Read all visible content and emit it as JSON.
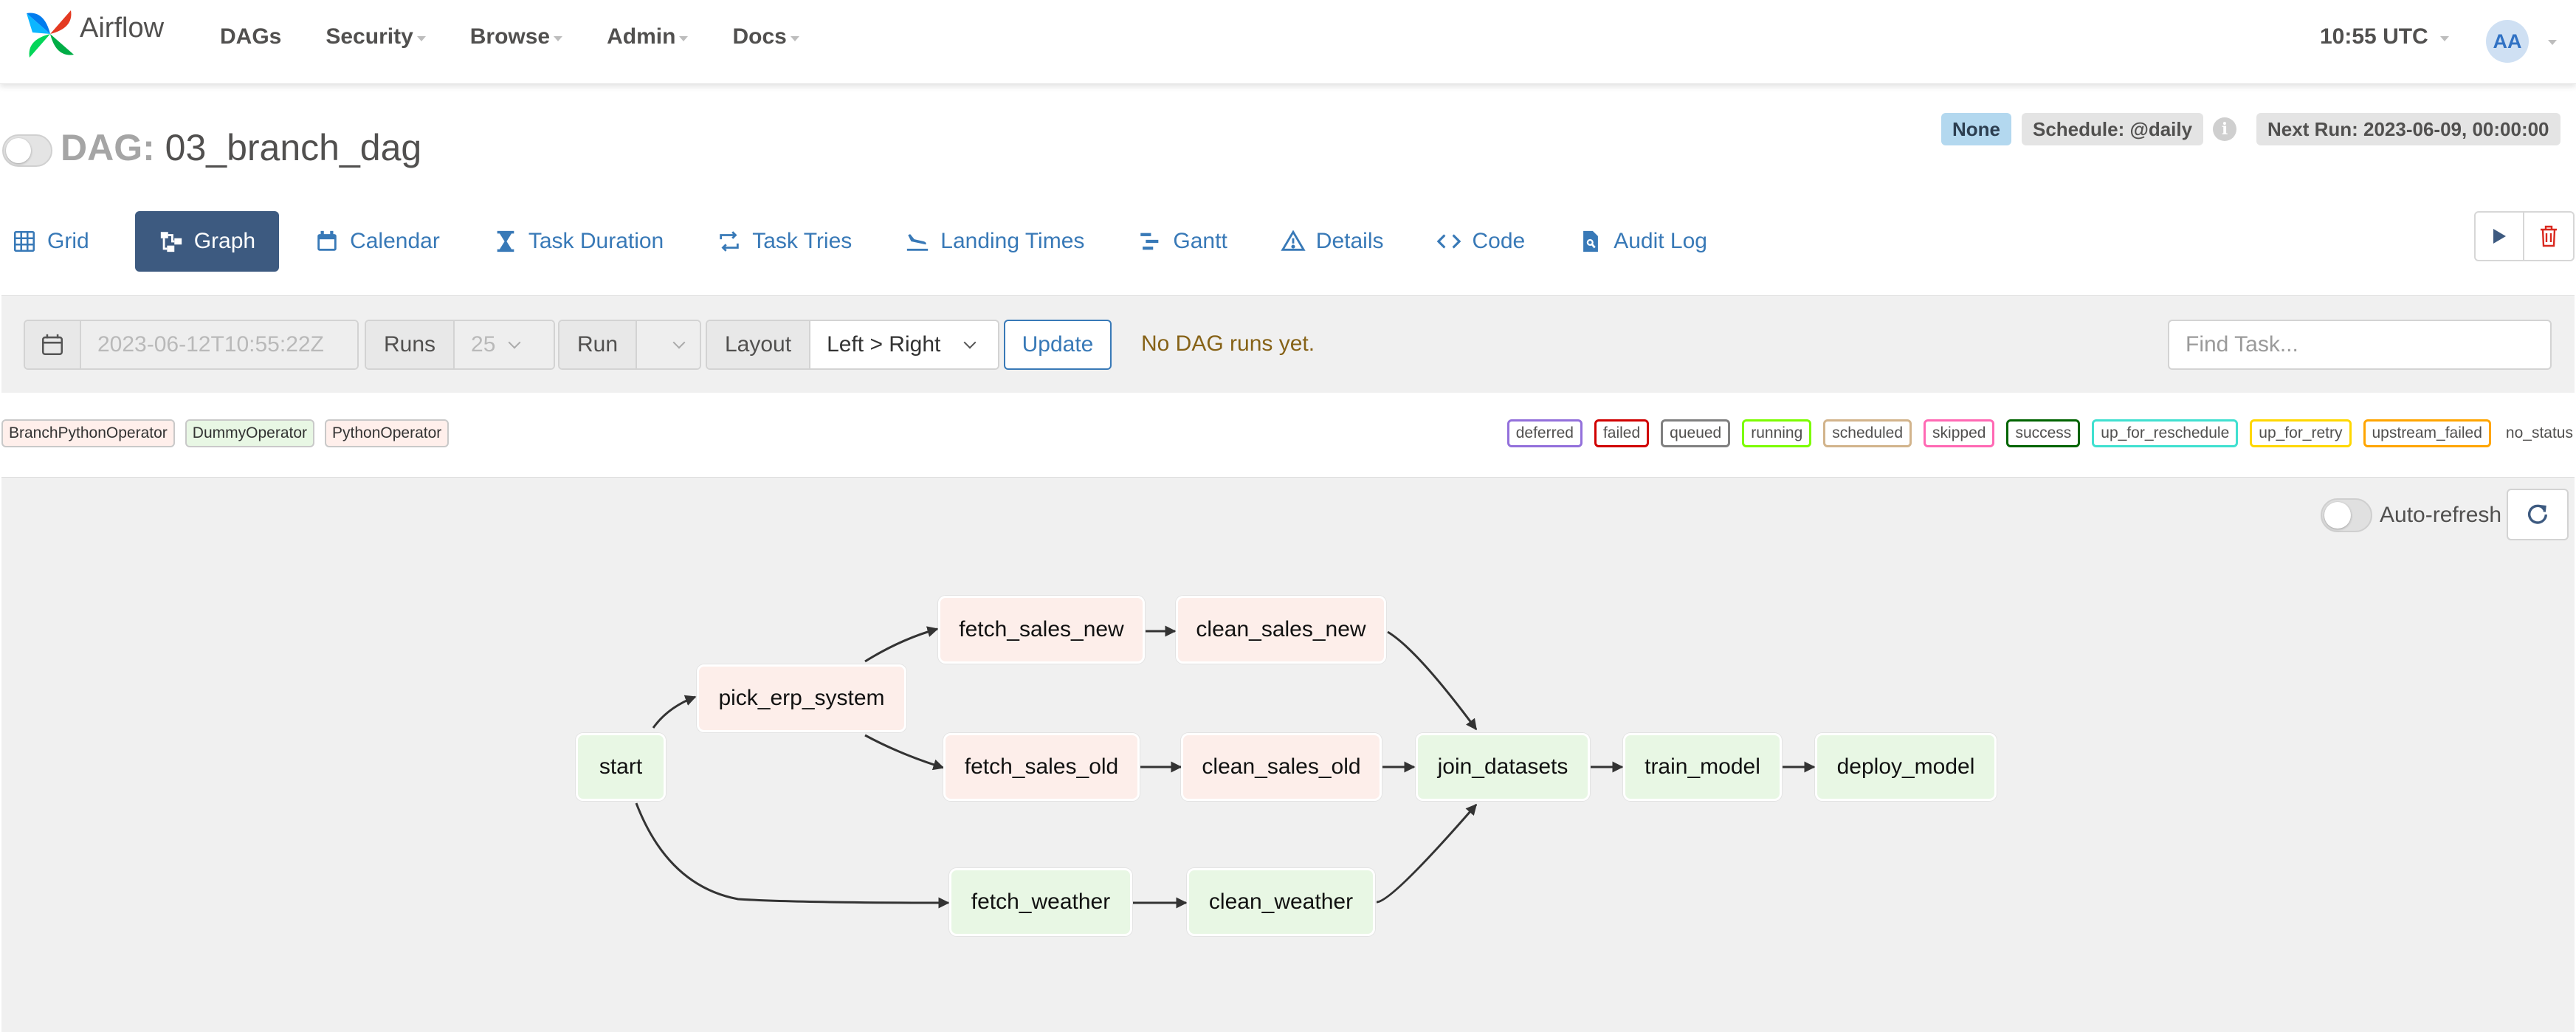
{
  "navbar": {
    "brand": "Airflow",
    "menu": [
      "DAGs",
      "Security",
      "Browse",
      "Admin",
      "Docs"
    ],
    "time": "10:55 UTC",
    "user_initials": "AA"
  },
  "dag": {
    "label": "DAG:",
    "name": "03_branch_dag",
    "state_badge": "None",
    "schedule": "Schedule: @daily",
    "next_run": "Next Run: 2023-06-09, 00:00:00"
  },
  "tabs": [
    {
      "label": "Grid",
      "icon": "grid-icon"
    },
    {
      "label": "Graph",
      "icon": "graph-icon",
      "active": true
    },
    {
      "label": "Calendar",
      "icon": "calendar-icon"
    },
    {
      "label": "Task Duration",
      "icon": "hourglass-icon"
    },
    {
      "label": "Task Tries",
      "icon": "retry-icon"
    },
    {
      "label": "Landing Times",
      "icon": "plane-landing-icon"
    },
    {
      "label": "Gantt",
      "icon": "gantt-icon"
    },
    {
      "label": "Details",
      "icon": "warning-icon"
    },
    {
      "label": "Code",
      "icon": "code-icon"
    },
    {
      "label": "Audit Log",
      "icon": "file-search-icon"
    }
  ],
  "filters": {
    "base_date_placeholder": "2023-06-12T10:55:22Z",
    "runs_label": "Runs",
    "runs_value": "25",
    "run_label": "Run",
    "run_value": "",
    "layout_label": "Layout",
    "layout_value": "Left > Right",
    "update_button": "Update",
    "status_message": "No DAG runs yet.",
    "find_task_placeholder": "Find Task..."
  },
  "operators": [
    "BranchPythonOperator",
    "DummyOperator",
    "PythonOperator"
  ],
  "states": [
    {
      "label": "deferred",
      "color": "#9370db"
    },
    {
      "label": "failed",
      "color": "#d00000"
    },
    {
      "label": "queued",
      "color": "#808080"
    },
    {
      "label": "running",
      "color": "#7cfc00"
    },
    {
      "label": "scheduled",
      "color": "#d2b48c"
    },
    {
      "label": "skipped",
      "color": "#ff69b4"
    },
    {
      "label": "success",
      "color": "#006400"
    },
    {
      "label": "up_for_reschedule",
      "color": "#40e0d0"
    },
    {
      "label": "up_for_retry",
      "color": "#ffd700"
    },
    {
      "label": "upstream_failed",
      "color": "#ffa500"
    }
  ],
  "no_status_label": "no_status",
  "graph": {
    "auto_refresh_label": "Auto-refresh",
    "tasks": [
      {
        "id": "start",
        "label": "start",
        "operator": "DummyOperator"
      },
      {
        "id": "pick_erp_system",
        "label": "pick_erp_system",
        "operator": "BranchPythonOperator"
      },
      {
        "id": "fetch_sales_new",
        "label": "fetch_sales_new",
        "operator": "PythonOperator"
      },
      {
        "id": "clean_sales_new",
        "label": "clean_sales_new",
        "operator": "PythonOperator"
      },
      {
        "id": "fetch_sales_old",
        "label": "fetch_sales_old",
        "operator": "PythonOperator"
      },
      {
        "id": "clean_sales_old",
        "label": "clean_sales_old",
        "operator": "PythonOperator"
      },
      {
        "id": "fetch_weather",
        "label": "fetch_weather",
        "operator": "DummyOperator"
      },
      {
        "id": "clean_weather",
        "label": "clean_weather",
        "operator": "DummyOperator"
      },
      {
        "id": "join_datasets",
        "label": "join_datasets",
        "operator": "DummyOperator"
      },
      {
        "id": "train_model",
        "label": "train_model",
        "operator": "DummyOperator"
      },
      {
        "id": "deploy_model",
        "label": "deploy_model",
        "operator": "DummyOperator"
      }
    ],
    "edges": [
      [
        "start",
        "pick_erp_system"
      ],
      [
        "start",
        "fetch_weather"
      ],
      [
        "pick_erp_system",
        "fetch_sales_new"
      ],
      [
        "pick_erp_system",
        "fetch_sales_old"
      ],
      [
        "fetch_sales_new",
        "clean_sales_new"
      ],
      [
        "fetch_sales_old",
        "clean_sales_old"
      ],
      [
        "fetch_weather",
        "clean_weather"
      ],
      [
        "clean_sales_new",
        "join_datasets"
      ],
      [
        "clean_sales_old",
        "join_datasets"
      ],
      [
        "clean_weather",
        "join_datasets"
      ],
      [
        "join_datasets",
        "train_model"
      ],
      [
        "train_model",
        "deploy_model"
      ]
    ]
  }
}
